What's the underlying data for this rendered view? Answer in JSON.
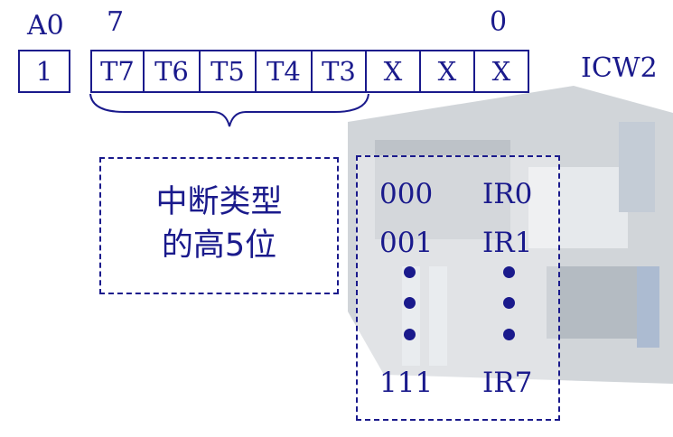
{
  "labels": {
    "a0": "A0",
    "bit_high": "7",
    "bit_low": "0",
    "register": "ICW2"
  },
  "a0_value": "1",
  "bits": [
    "T7",
    "T6",
    "T5",
    "T4",
    "T3",
    "X",
    "X",
    "X"
  ],
  "left_box": {
    "line1": "中断类型",
    "line2": "的高5位"
  },
  "mapping": {
    "rows": [
      {
        "code": "000",
        "ir": "IR0"
      },
      {
        "code": "001",
        "ir": "IR1"
      },
      {
        "code": "111",
        "ir": "IR7"
      }
    ]
  },
  "colors": {
    "ink": "#1a1a8c"
  }
}
